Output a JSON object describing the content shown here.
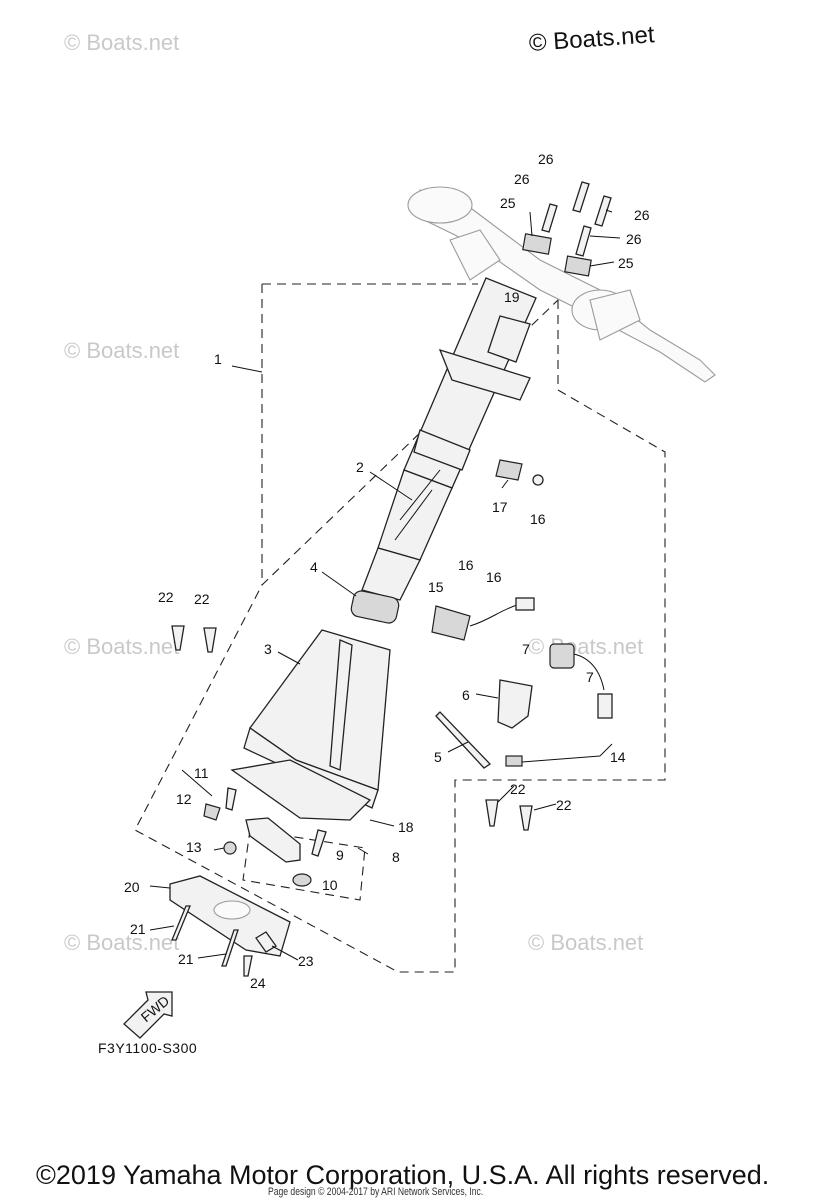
{
  "watermarks": {
    "main": "© Boats.net",
    "faint": [
      "© Boats.net",
      "© Boats.net",
      "© Boats.net",
      "© Boats.net",
      "© Boats.net",
      "© Boats.net"
    ]
  },
  "diagram_code": "F3Y1100-S300",
  "fwd_label": "FWD",
  "callouts": [
    {
      "id": "c1",
      "label": "1"
    },
    {
      "id": "c2",
      "label": "2"
    },
    {
      "id": "c3",
      "label": "3"
    },
    {
      "id": "c4",
      "label": "4"
    },
    {
      "id": "c5",
      "label": "5"
    },
    {
      "id": "c6",
      "label": "6"
    },
    {
      "id": "c7a",
      "label": "7"
    },
    {
      "id": "c7b",
      "label": "7"
    },
    {
      "id": "c8",
      "label": "8"
    },
    {
      "id": "c9",
      "label": "9"
    },
    {
      "id": "c10",
      "label": "10"
    },
    {
      "id": "c11",
      "label": "11"
    },
    {
      "id": "c12",
      "label": "12"
    },
    {
      "id": "c13",
      "label": "13"
    },
    {
      "id": "c14",
      "label": "14"
    },
    {
      "id": "c15",
      "label": "15"
    },
    {
      "id": "c16a",
      "label": "16"
    },
    {
      "id": "c16b",
      "label": "16"
    },
    {
      "id": "c16c",
      "label": "16"
    },
    {
      "id": "c17",
      "label": "17"
    },
    {
      "id": "c18",
      "label": "18"
    },
    {
      "id": "c19",
      "label": "19"
    },
    {
      "id": "c20",
      "label": "20"
    },
    {
      "id": "c21a",
      "label": "21"
    },
    {
      "id": "c21b",
      "label": "21"
    },
    {
      "id": "c22a",
      "label": "22"
    },
    {
      "id": "c22b",
      "label": "22"
    },
    {
      "id": "c22c",
      "label": "22"
    },
    {
      "id": "c22d",
      "label": "22"
    },
    {
      "id": "c23",
      "label": "23"
    },
    {
      "id": "c24",
      "label": "24"
    },
    {
      "id": "c25a",
      "label": "25"
    },
    {
      "id": "c25b",
      "label": "25"
    },
    {
      "id": "c26a",
      "label": "26"
    },
    {
      "id": "c26b",
      "label": "26"
    },
    {
      "id": "c26c",
      "label": "26"
    },
    {
      "id": "c26d",
      "label": "26"
    }
  ],
  "footer": {
    "copyright": "©2019 Yamaha Motor Corporation, U.S.A. All rights reserved.",
    "page_design": "Page design © 2004-2017 by ARI Network Services, Inc."
  }
}
